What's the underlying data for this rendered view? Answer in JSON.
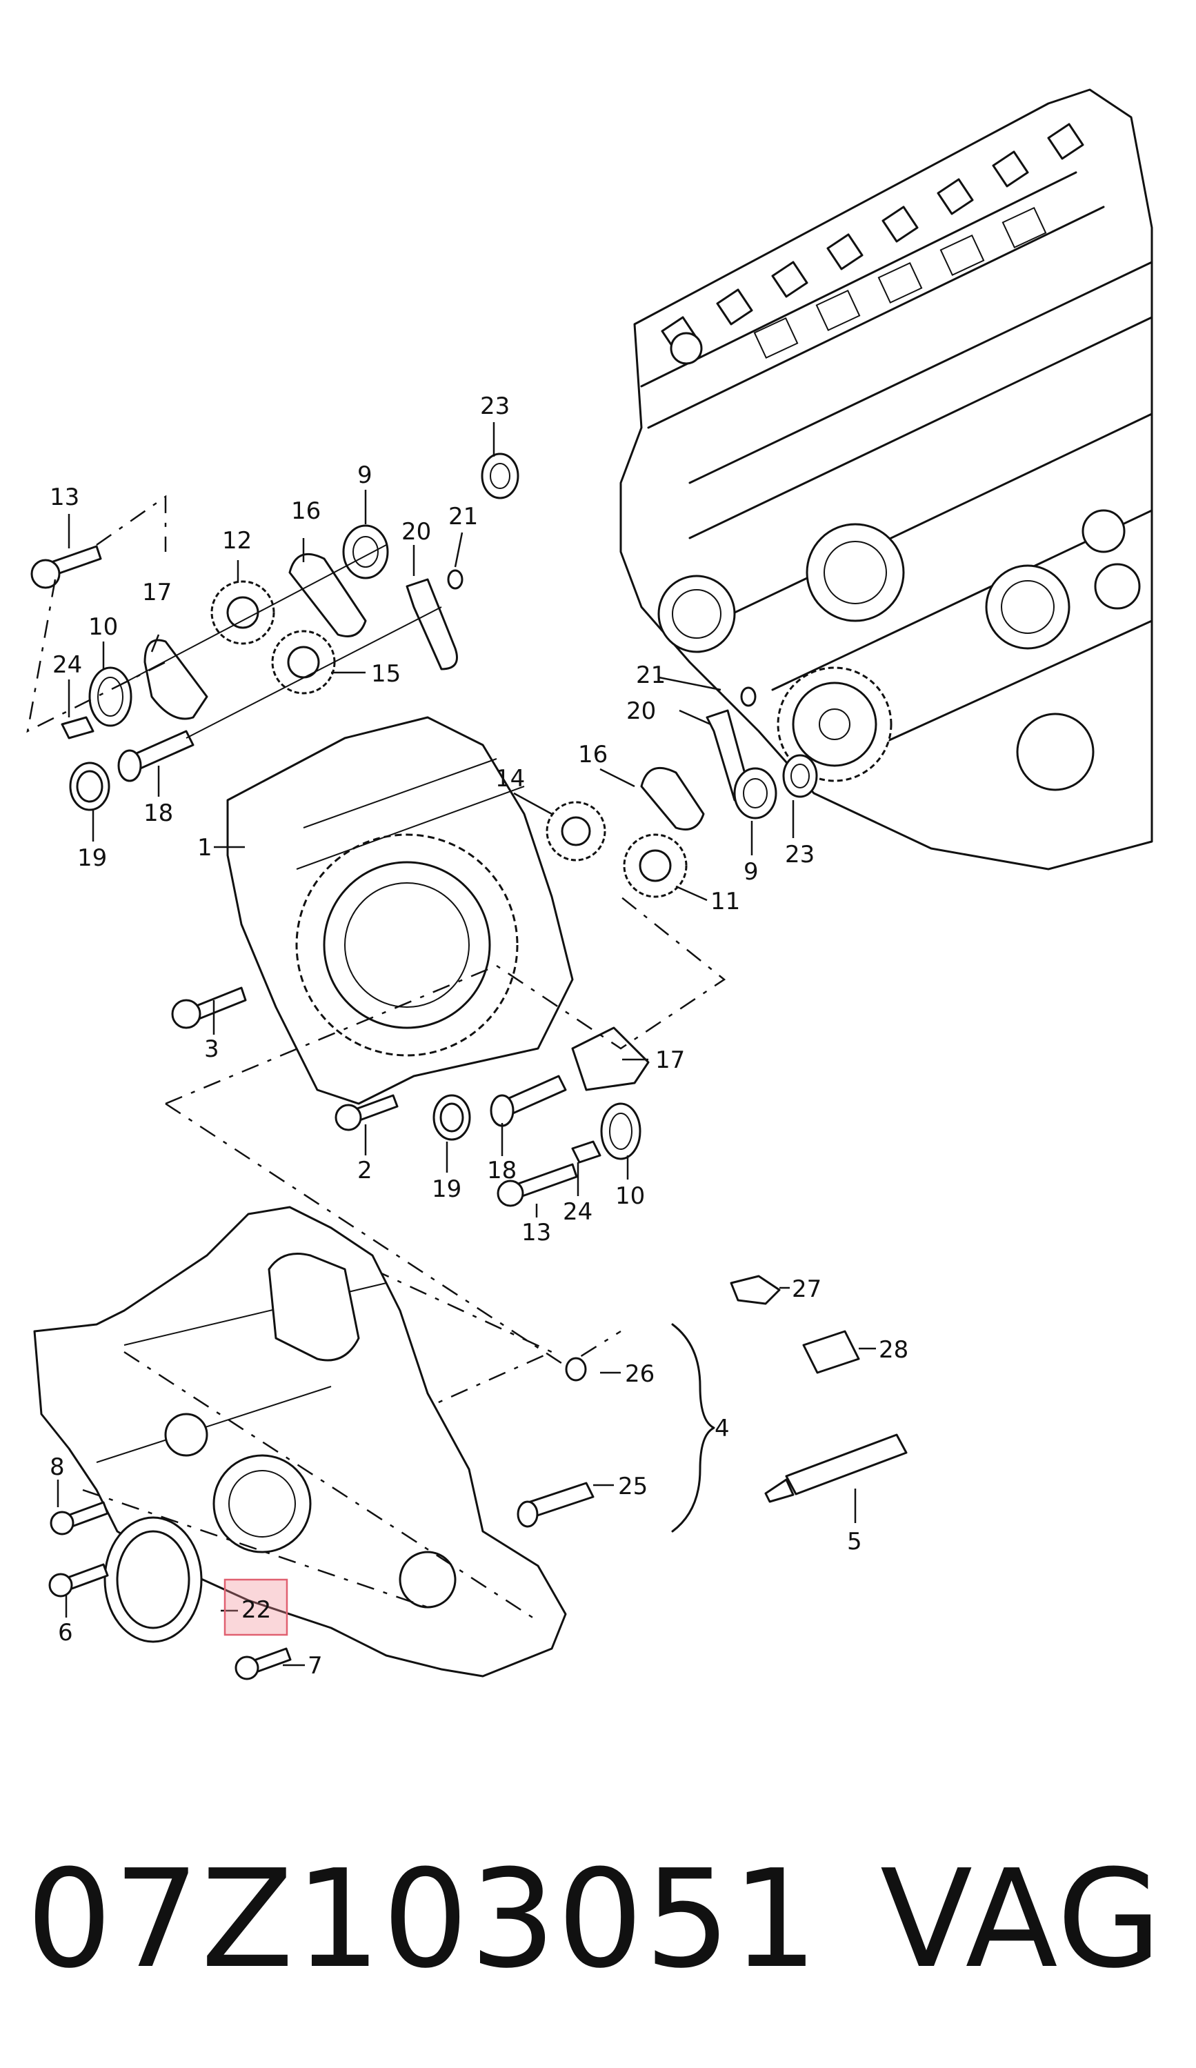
{
  "diagram": {
    "part_number": "07Z103051",
    "brand": "VAG",
    "highlighted_callout": "22",
    "highlight_color": "#e06070",
    "callouts": {
      "c1": "1",
      "c2": "2",
      "c3": "3",
      "c4": "4",
      "c5": "5",
      "c6": "6",
      "c7": "7",
      "c8": "8",
      "c9a": "9",
      "c9b": "9",
      "c10a": "10",
      "c10b": "10",
      "c11": "11",
      "c12": "12",
      "c13a": "13",
      "c13b": "13",
      "c14": "14",
      "c15": "15",
      "c16a": "16",
      "c16b": "16",
      "c17a": "17",
      "c17b": "17",
      "c18a": "18",
      "c18b": "18",
      "c19a": "19",
      "c19b": "19",
      "c20a": "20",
      "c20b": "20",
      "c21a": "21",
      "c21b": "21",
      "c22": "22",
      "c23a": "23",
      "c23b": "23",
      "c24a": "24",
      "c24b": "24",
      "c25": "25",
      "c26": "26",
      "c27": "27",
      "c28": "28"
    }
  }
}
